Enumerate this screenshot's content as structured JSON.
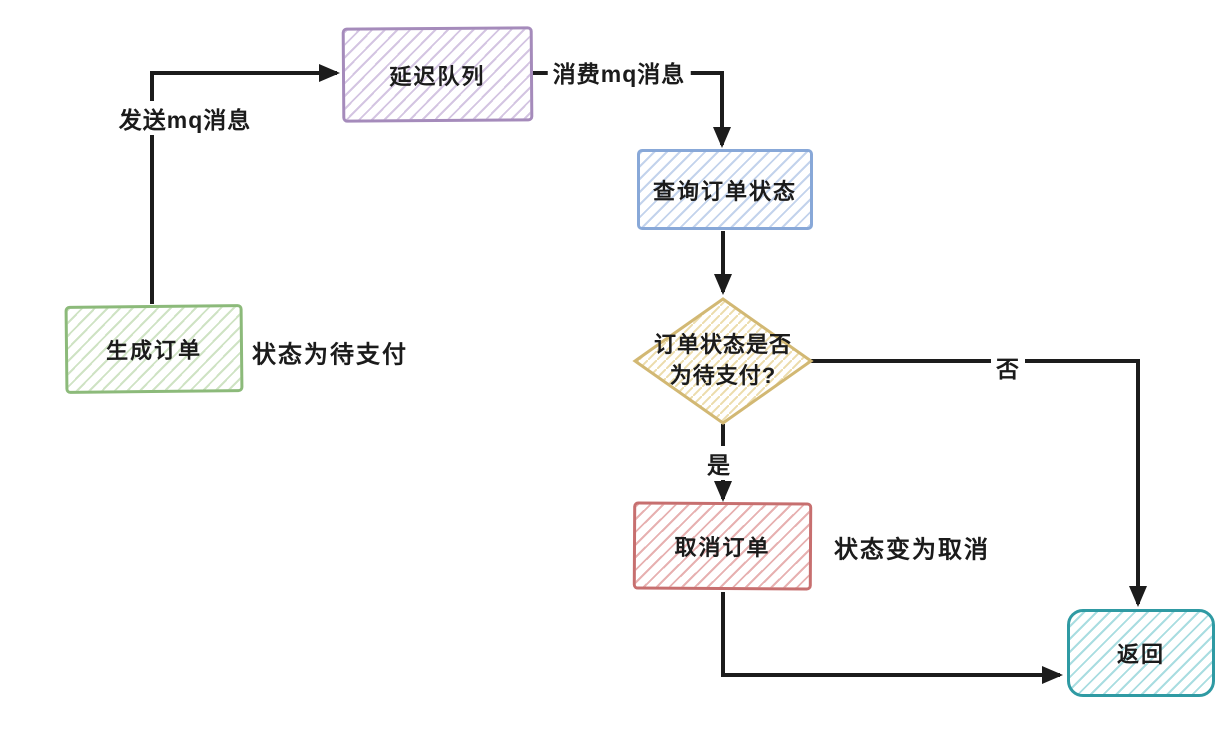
{
  "background": "#ffffff",
  "line_color": "#1c1c1c",
  "nodes": {
    "generate_order": {
      "label": "生成订单",
      "stroke": "#8cba7a",
      "hatch": "#cfe3c4"
    },
    "delay_queue": {
      "label": "延迟队列",
      "stroke": "#a58bbb",
      "hatch": "#d4c5e2"
    },
    "query_status": {
      "label": "查询订单状态",
      "stroke": "#88a8d8",
      "hatch": "#c3d3ec"
    },
    "status_decision": {
      "label": "订单状态是否\n为待支付?",
      "stroke": "#d2b873",
      "hatch": "#ecdcab"
    },
    "cancel_order": {
      "label": "取消订单",
      "stroke": "#c76f6f",
      "hatch": "#e7b1b1"
    },
    "return_node": {
      "label": "返回",
      "stroke": "#2f9aa3",
      "hatch": "#a9dde1"
    }
  },
  "edge_labels": {
    "send_mq": "发送mq消息",
    "consume_mq": "消费mq消息",
    "yes": "是",
    "no": "否"
  },
  "annotations": {
    "pending_status": "状态为待支付",
    "cancelled_status": "状态变为取消"
  }
}
